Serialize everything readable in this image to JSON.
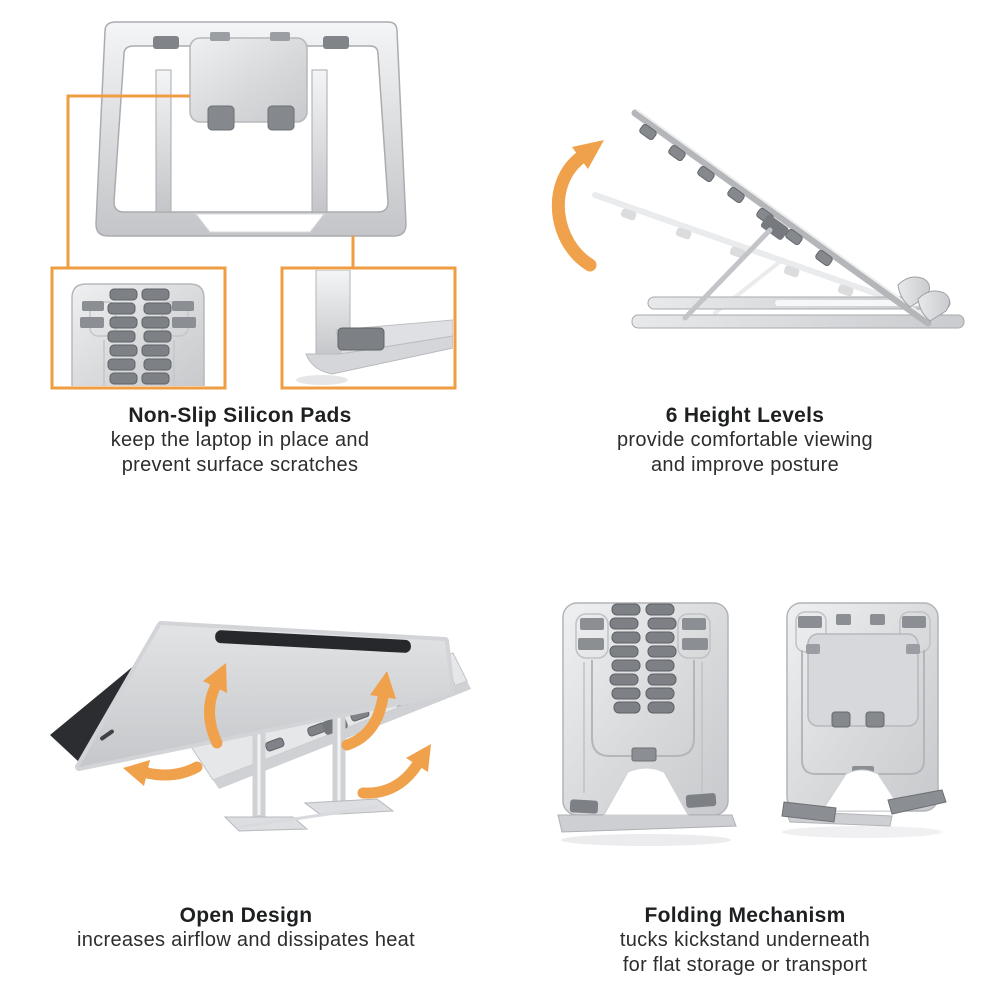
{
  "colors": {
    "background": "#ffffff",
    "accent_orange": "#F0A14C",
    "callout_border": "#EE9D43",
    "silver_light": "#EFF0F2",
    "silver_mid": "#C9CBCE",
    "silver_dark": "#9EA0A4",
    "pad_gray": "#7D8085",
    "laptop_dark": "#2B2D30",
    "title_text": "#1D1F21",
    "body_text": "#2B2D2F"
  },
  "sections": [
    {
      "id": "non-slip-silicon-pads",
      "title": "Non-Slip Silicon Pads",
      "lines": [
        "keep the laptop in place and",
        "prevent surface scratches"
      ],
      "illustration": "stand-front-view-with-pad-detail-callouts"
    },
    {
      "id": "six-height-levels",
      "title": "6 Height Levels",
      "lines": [
        "provide comfortable viewing",
        "and improve posture"
      ],
      "illustration": "stand-side-view-with-raise-arrow"
    },
    {
      "id": "open-design",
      "title": "Open Design",
      "lines": [
        "increases airflow and dissipates heat"
      ],
      "illustration": "laptop-on-stand-with-airflow-arrows"
    },
    {
      "id": "folding-mechanism",
      "title": "Folding Mechanism",
      "lines": [
        "tucks kickstand underneath",
        "for flat storage or transport"
      ],
      "illustration": "folded-stand-front-and-back-views"
    }
  ]
}
